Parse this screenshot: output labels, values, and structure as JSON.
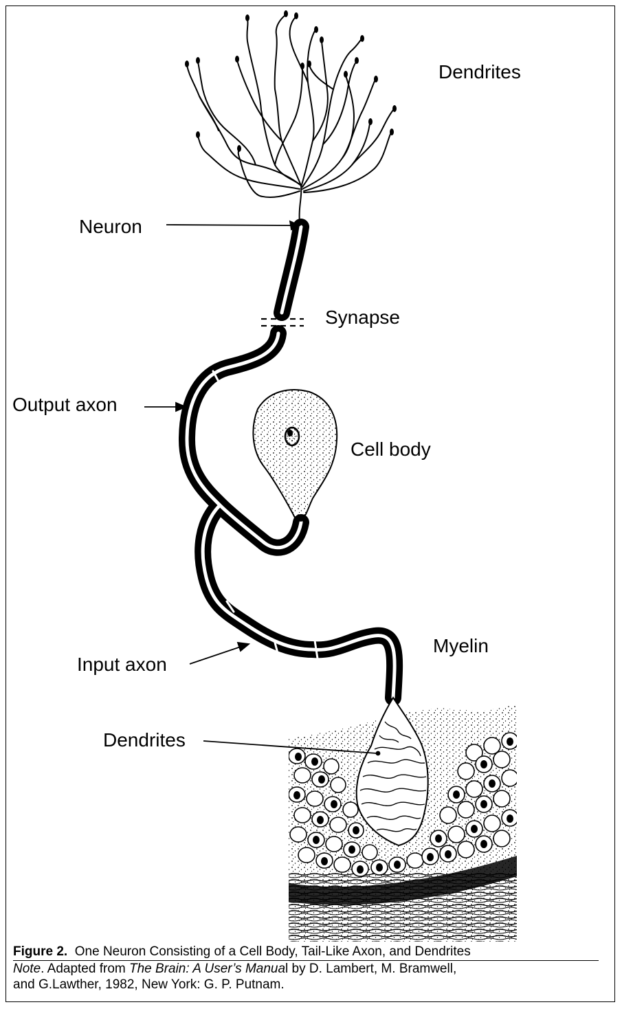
{
  "labels": {
    "dendrites_top": "Dendrites",
    "neuron": "Neuron",
    "synapse": "Synapse",
    "output_axon": "Output axon",
    "cell_body": "Cell body",
    "myelin": "Myelin",
    "input_axon": "Input axon",
    "dendrites_bottom": "Dendrites"
  },
  "caption": {
    "figure_number": "Figure 2.",
    "title": "One Neuron Consisting of a Cell Body, Tail-Like Axon, and Dendrites",
    "note_label": "Note",
    "note_text_1": ". Adapted from ",
    "source_title": "The Brain: A User’s Manua",
    "note_text_2": "l by D. Lambert, M. Bramwell,",
    "note_line_2": "and G.Lawther, 1982, New York: G. P. Putnam."
  },
  "colors": {
    "ink": "#000000",
    "paper": "#ffffff"
  }
}
